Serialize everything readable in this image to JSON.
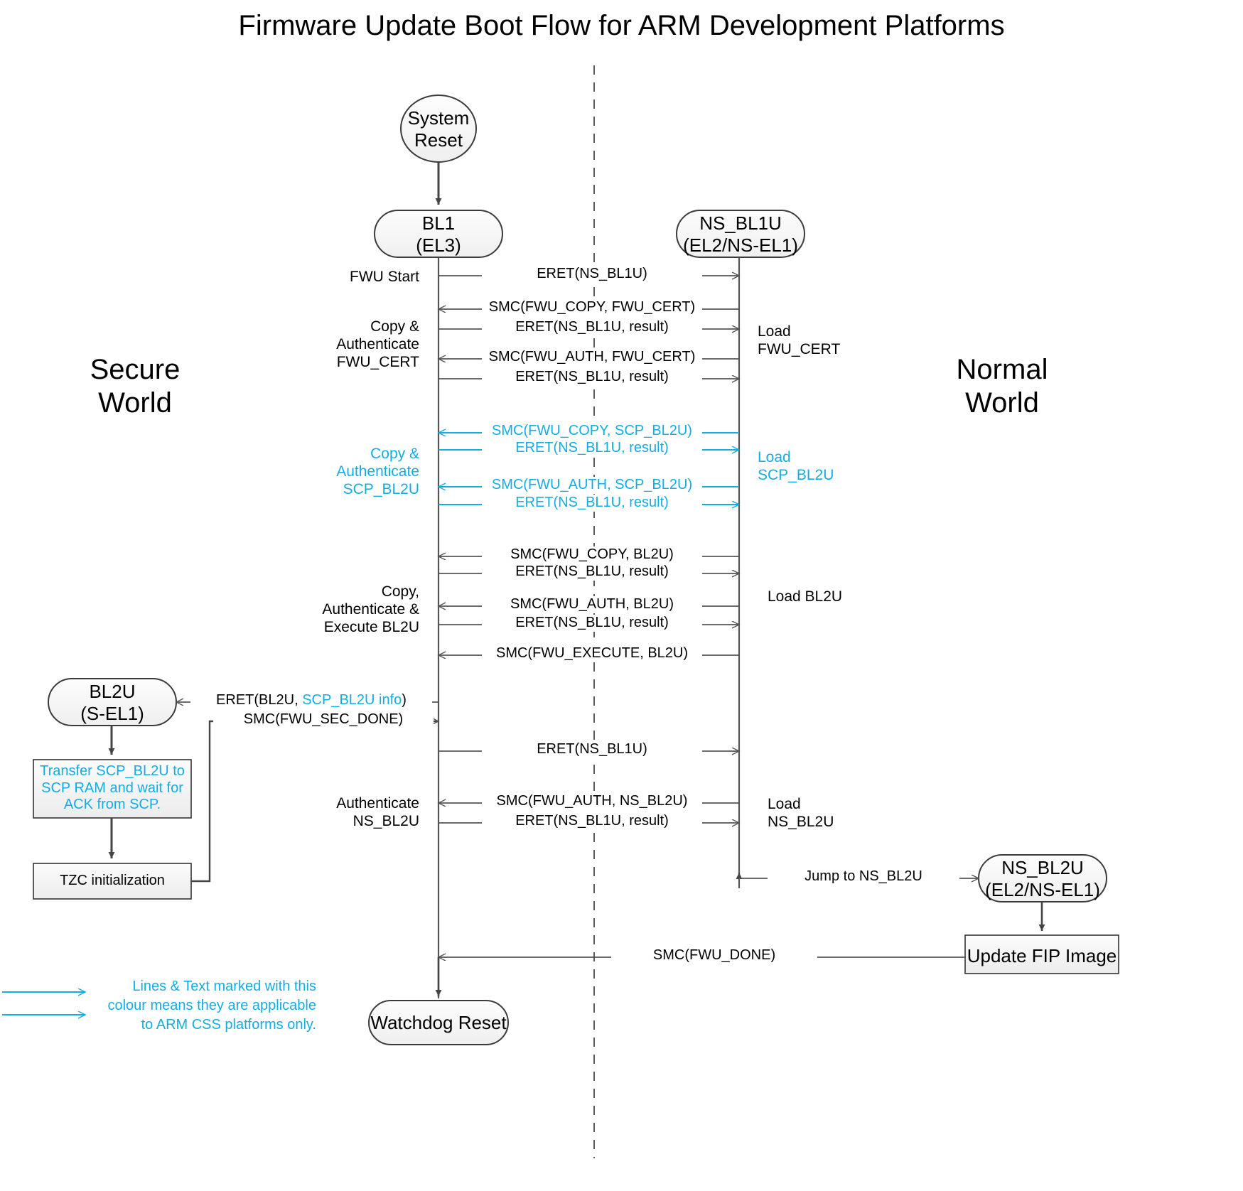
{
  "title": "Firmware Update Boot Flow for ARM Development Platforms",
  "colors": {
    "cyan": "#13ADE4",
    "black": "#000000",
    "line_gray": "#575757",
    "node_fill": "#F5F5F5",
    "box_fill": "#F2F2F2"
  },
  "worlds": {
    "left": "Secure\nWorld",
    "right": "Normal\nWorld"
  },
  "nodes": {
    "system_reset": "System\nReset",
    "bl1": "BL1\n(EL3)",
    "ns_bl1u": "NS_BL1U\n(EL2/NS-EL1)",
    "bl2u": "BL2U\n(S-EL1)",
    "ns_bl2u": "NS_BL2U\n(EL2/NS-EL1)",
    "watchdog_reset": "Watchdog Reset",
    "transfer_scp": "Transfer SCP_BL2U to\nSCP RAM and wait for\nACK from SCP.",
    "tzc_init": "TZC initialization",
    "update_fip": "Update FIP Image"
  },
  "left_labels": [
    {
      "id": "fwu-start",
      "text": "FWU Start",
      "color": "black"
    },
    {
      "id": "copy-auth-fwucert",
      "text": "Copy &\nAuthenticate\nFWU_CERT",
      "color": "black"
    },
    {
      "id": "copy-auth-scpbl2u",
      "text": "Copy &\nAuthenticate\nSCP_BL2U",
      "color": "cyan"
    },
    {
      "id": "copy-auth-exec-bl2u",
      "text": "Copy,\nAuthenticate &\nExecute BL2U",
      "color": "black"
    },
    {
      "id": "authenticate-nsbl2u",
      "text": "Authenticate\nNS_BL2U",
      "color": "black"
    }
  ],
  "right_labels": [
    {
      "id": "load-fwucert",
      "text": "Load\nFWU_CERT",
      "color": "black"
    },
    {
      "id": "load-scpbl2u",
      "text": "Load\nSCP_BL2U",
      "color": "cyan"
    },
    {
      "id": "load-bl2u",
      "text": "Load BL2U",
      "color": "black"
    },
    {
      "id": "load-nsbl2u",
      "text": "Load\nNS_BL2U",
      "color": "black"
    }
  ],
  "messages": [
    {
      "id": "m1",
      "text": "ERET(NS_BL1U)",
      "dir": "right",
      "color": "black"
    },
    {
      "id": "m2",
      "text": "SMC(FWU_COPY, FWU_CERT)",
      "dir": "left",
      "color": "black"
    },
    {
      "id": "m3",
      "text": "ERET(NS_BL1U, result)",
      "dir": "right",
      "color": "black"
    },
    {
      "id": "m4",
      "text": "SMC(FWU_AUTH, FWU_CERT)",
      "dir": "left",
      "color": "black"
    },
    {
      "id": "m5",
      "text": "ERET(NS_BL1U, result)",
      "dir": "right",
      "color": "black"
    },
    {
      "id": "m6",
      "text": "SMC(FWU_COPY, SCP_BL2U)",
      "dir": "left",
      "color": "cyan"
    },
    {
      "id": "m7",
      "text": "ERET(NS_BL1U, result)",
      "dir": "right",
      "color": "cyan"
    },
    {
      "id": "m8",
      "text": "SMC(FWU_AUTH, SCP_BL2U)",
      "dir": "left",
      "color": "cyan"
    },
    {
      "id": "m9",
      "text": "ERET(NS_BL1U, result)",
      "dir": "right",
      "color": "cyan"
    },
    {
      "id": "m10",
      "text": "SMC(FWU_COPY, BL2U)",
      "dir": "left",
      "color": "black"
    },
    {
      "id": "m11",
      "text": "ERET(NS_BL1U, result)",
      "dir": "right",
      "color": "black"
    },
    {
      "id": "m12",
      "text": "SMC(FWU_AUTH, BL2U)",
      "dir": "left",
      "color": "black"
    },
    {
      "id": "m13",
      "text": "ERET(NS_BL1U, result)",
      "dir": "right",
      "color": "black"
    },
    {
      "id": "m14",
      "text": "SMC(FWU_EXECUTE, BL2U)",
      "dir": "left",
      "color": "black"
    },
    {
      "id": "m15",
      "text_a": "ERET(BL2U, ",
      "text_b": "SCP_BL2U info",
      "text_c": ")",
      "dir": "left",
      "color": "mixed"
    },
    {
      "id": "m16",
      "text": "SMC(FWU_SEC_DONE)",
      "dir": "right",
      "color": "black"
    },
    {
      "id": "m17",
      "text": "ERET(NS_BL1U)",
      "dir": "right",
      "color": "black"
    },
    {
      "id": "m18",
      "text": "SMC(FWU_AUTH, NS_BL2U)",
      "dir": "left",
      "color": "black"
    },
    {
      "id": "m19",
      "text": "ERET(NS_BL1U, result)",
      "dir": "right",
      "color": "black"
    },
    {
      "id": "m20",
      "text": "Jump to NS_BL2U",
      "dir": "right",
      "color": "black"
    },
    {
      "id": "m21",
      "text": "SMC(FWU_DONE)",
      "dir": "left",
      "color": "black"
    }
  ],
  "legend": {
    "text": "Lines & Text marked with this\ncolour means they are applicable\nto ARM CSS platforms only."
  }
}
